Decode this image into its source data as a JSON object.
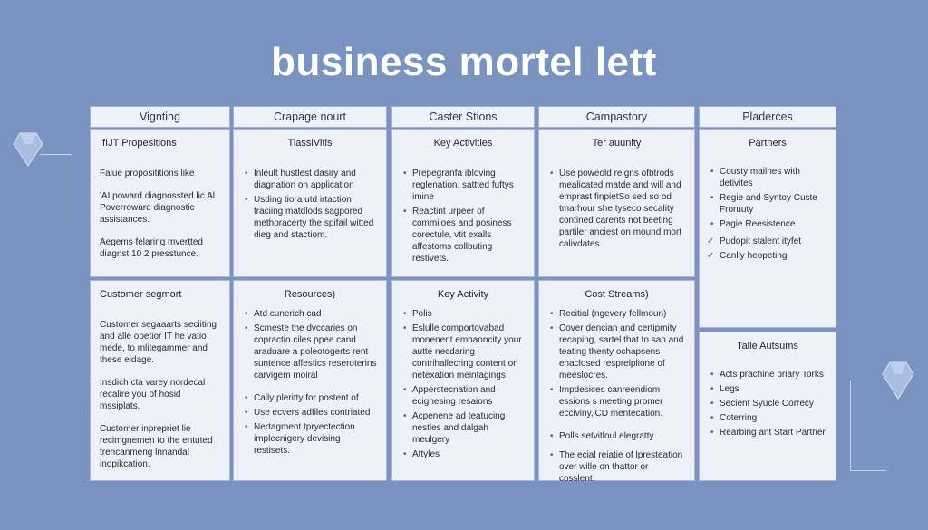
{
  "title": "business mortel lett",
  "headers": [
    "Vignting",
    "Crapage nourt",
    "Caster Stions",
    "Campastory",
    "Pladerces"
  ],
  "panels": {
    "vp": {
      "title": "IfIJT Propesitions",
      "paragraphs": [
        "Falue proposititions like",
        "'AI poward diagnossted lic Al Poverroward diagnostic assistances.",
        "Aegems felaring mvertted diagnst 10 2 presstunce."
      ]
    },
    "tech": {
      "title": "TiasslVitls",
      "items": [
        "Inleult hustlest dasiry and diagnation on application",
        "Usding tiora utd irtaction traciing matdlods sagpored methoracerty the spifail witted dieg and stactiom."
      ]
    },
    "ka1": {
      "title": "Key Activities",
      "items": [
        "Prepegranfa ibloving reglenation, sattted fuftys imine",
        "Reactint urpeer of commiloes and posiness corectule, vtit exalls affestoms collbuting restivets."
      ]
    },
    "tc": {
      "title": "Ter auunity",
      "items": [
        "Use poweold reigns ofbtrods mealicated matde and will and emprast finpietSo sed so od tmarhour she tyseco secality contined carents not beeting partiler anciest on mound mort calivdates."
      ]
    },
    "partners": {
      "title": "Partners",
      "items": [
        "Cousty mailnes with detivites",
        "Regie and Syntoy Custe Froruuty",
        "Pagie Reesistence"
      ],
      "checks": [
        "Pudopit stalent ityfet",
        "Canlly heopeting"
      ]
    },
    "cs": {
      "title": "Customer segmort",
      "paragraphs": [
        "Customer segaaarts seciiting and alle opetior IT he vatio mede, to mlitegammer and these eidage.",
        "Insdich cta varey nordecal recalire you of hosid mssiplats.",
        "Customer inprepriet lie recimgnemen to the entuted trencanmeng lnnandal inopikcation."
      ]
    },
    "res": {
      "title": "Resources)",
      "items": [
        "Atd cunerich cad",
        "Scmeste the dvccaries on copractio ciles ppee cand araduare a poleotogerts rent suntence affestics reseroterins carvigem moiral",
        "Caily pleritty for postent of",
        "Use ecvers adfiles contriated",
        "Nertagment tpryectection implecnigery devising restisets."
      ]
    },
    "ka2": {
      "title": "Key Activity",
      "items": [
        "Polis",
        "Eslulle comportovabad monenent embaoncity your autte necdaring contrihallecring content on netexation meintagings",
        "Apperstecnation and ecignesing resaions",
        "Acpenene ad teatucing nestles and dalgah meulgery",
        "Attyles"
      ]
    },
    "cost": {
      "title": "Cost Streams)",
      "items": [
        "Recitial (ngevery fellmoun)",
        "Cover dencian and certipmity recaping, sartel that to sap and teating thenty ochapsens enaclosed resprelplione of meeslocres.",
        "Impdesices canreendiom essions s meeting promer ecciviny,'CD mentecation.",
        "Polls setvitloul elegratty",
        "The ecial reiatie of lpresteation over wille on thattor or cosslent."
      ]
    },
    "ta": {
      "title": "Talle Autsums",
      "items": [
        "Acts prachine priary Torks",
        "Legs",
        "Secient Syucle Correcy",
        "Coterring",
        "Rearbing ant Start Partner"
      ]
    }
  }
}
